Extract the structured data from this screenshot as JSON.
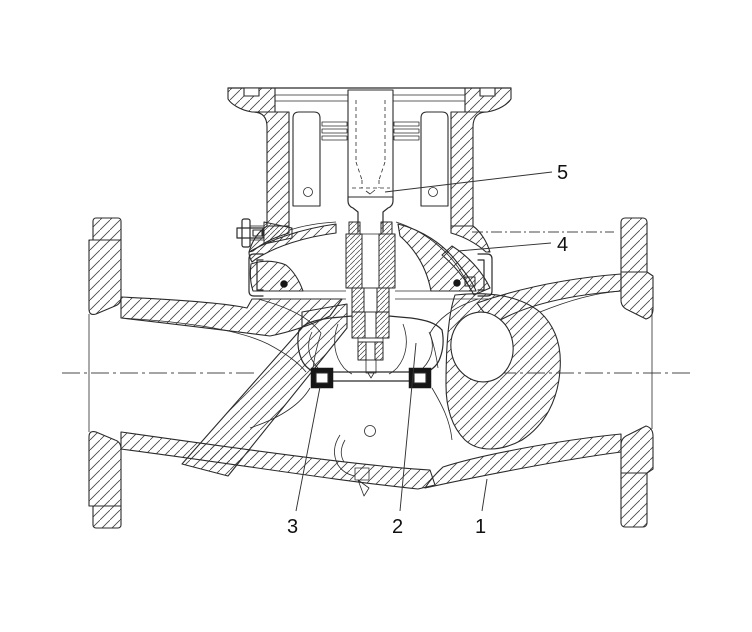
{
  "diagram": {
    "callouts": [
      {
        "label": "1"
      },
      {
        "label": "2"
      },
      {
        "label": "3"
      },
      {
        "label": "4"
      },
      {
        "label": "5"
      }
    ],
    "colors": {
      "background": "#ffffff",
      "line": "#2b2b2b",
      "hatch": "#444444",
      "filled_seal_black": "#161616",
      "centerline": "#4a4a4a"
    }
  }
}
